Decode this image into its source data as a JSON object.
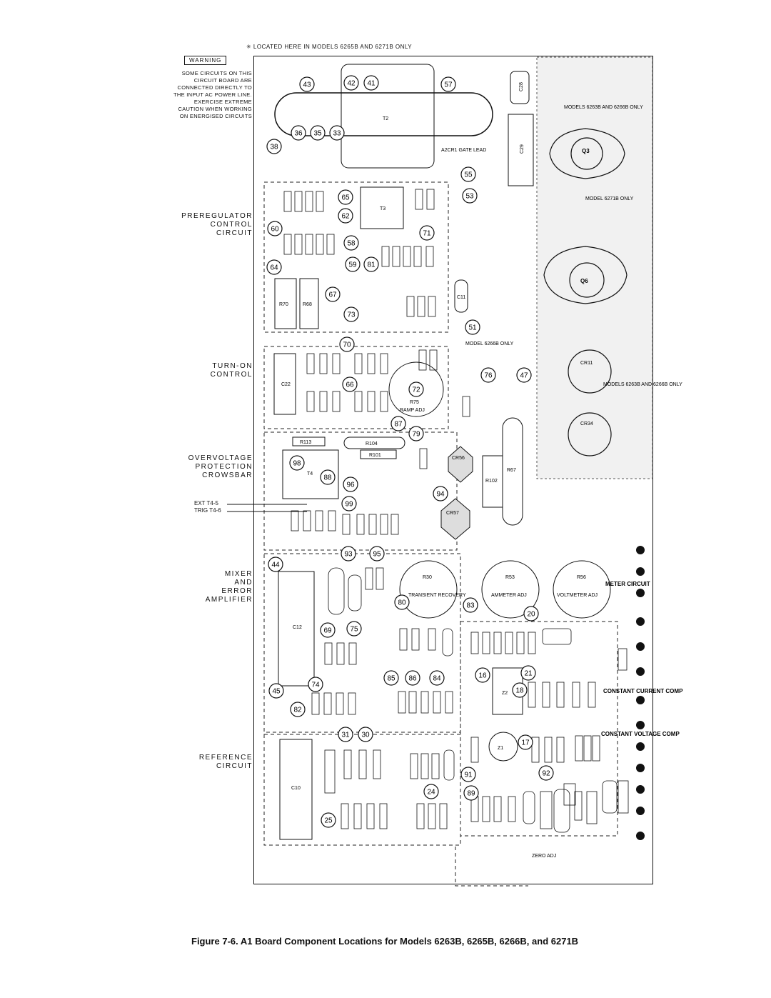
{
  "header_note": "✳ LOCATED HERE IN MODELS 6265B AND 6271B ONLY",
  "warning": {
    "title": "WARNING",
    "text": "SOME CIRCUITS ON THIS CIRCUIT BOARD ARE CONNECTED DIRECTLY TO THE INPUT AC POWER LINE. EXERCISE EXTREME CAUTION WHEN WORKING ON ENERGISED CIRCUITS"
  },
  "sections": [
    "PREREGULATOR\nCONTROL\nCIRCUIT",
    "TURN-ON\nCONTROL",
    "OVERVOLTAGE\nPROTECTION\nCROWSBAR",
    "MIXER\nAND\nERROR\nAMPLIFIER",
    "REFERENCE\nCIRCUIT"
  ],
  "ext_trig": {
    "label1": "EXT",
    "label2": "TRIG",
    "t45": "T4-5",
    "t46": "T4-6"
  },
  "annotations": {
    "models_6263_6266": "MODELS 6263B AND 6266B ONLY",
    "model_6271": "MODEL 6271B ONLY",
    "model_6266": "MODEL 6266B ONLY",
    "models_6263_6266_b": "MODELS 6263B AND 6266B ONLY",
    "a2cr1": "A2CR1 GATE LEAD",
    "meter_circuit": "METER CIRCUIT",
    "const_current": "CONSTANT CURRENT COMP",
    "const_voltage": "CONSTANT VOLTAGE COMP",
    "zero_adj": "ZERO ADJ",
    "ramp_adj": "RAMP ADJ",
    "transient": "TRANSIENT RECOVERY",
    "ammeter": "AMMETER ADJ",
    "voltmeter": "VOLTMETER ADJ"
  },
  "components": {
    "t2": "T2",
    "t3": "T3",
    "t4": "T4",
    "q3": "Q3",
    "q6": "Q6",
    "cr11": "CR11",
    "cr34": "CR34",
    "c28": "C28",
    "c29": "C29",
    "c22": "C22",
    "c12": "C12",
    "c10": "C10",
    "c11": "C11",
    "r67": "R67",
    "r102": "R102",
    "r104": "R104",
    "r101": "R101",
    "r113": "R113",
    "r30": "R30",
    "r53": "R53",
    "r56": "R56",
    "r75": "R75",
    "r70": "R70",
    "r68": "R68",
    "cr56": "CR56",
    "cr57": "CR57",
    "z2": "Z2",
    "z1": "Z1"
  },
  "callouts": [
    "43",
    "42",
    "41",
    "57",
    "36",
    "35",
    "33",
    "38",
    "55",
    "53",
    "65",
    "62",
    "60",
    "58",
    "71",
    "59",
    "81",
    "64",
    "67",
    "73",
    "51",
    "70",
    "66",
    "72",
    "76",
    "47",
    "87",
    "79",
    "98",
    "88",
    "96",
    "99",
    "94",
    "93",
    "95",
    "44",
    "80",
    "83",
    "20",
    "75",
    "69",
    "85",
    "86",
    "84",
    "16",
    "18",
    "21",
    "74",
    "45",
    "82",
    "31",
    "30",
    "17",
    "91",
    "92",
    "89",
    "24",
    "25"
  ],
  "caption": "Figure 7-6. A1 Board Component Locations for Models 6263B, 6265B, 6266B, and 6271B"
}
